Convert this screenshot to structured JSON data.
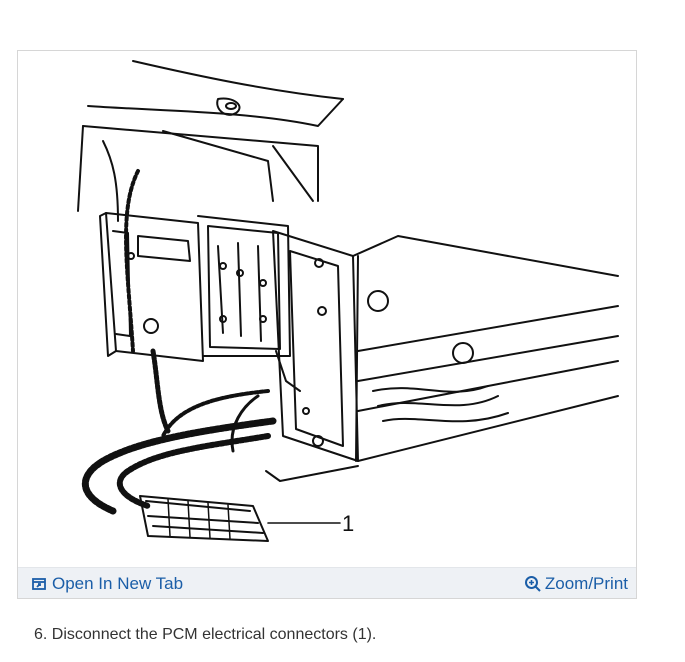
{
  "figure": {
    "callout_number": "1",
    "toolbar": {
      "open_tab_label": "Open In New Tab",
      "zoom_print_label": "Zoom/Print"
    }
  },
  "caption": "6. Disconnect the PCM electrical connectors (1).",
  "colors": {
    "link": "#1b5ea8",
    "toolbar_bg": "#eef1f5",
    "border": "#d6d6d6",
    "caption_text": "#333333"
  },
  "icons": {
    "open_tab": "open-new-tab-icon",
    "zoom": "zoom-in-icon"
  }
}
